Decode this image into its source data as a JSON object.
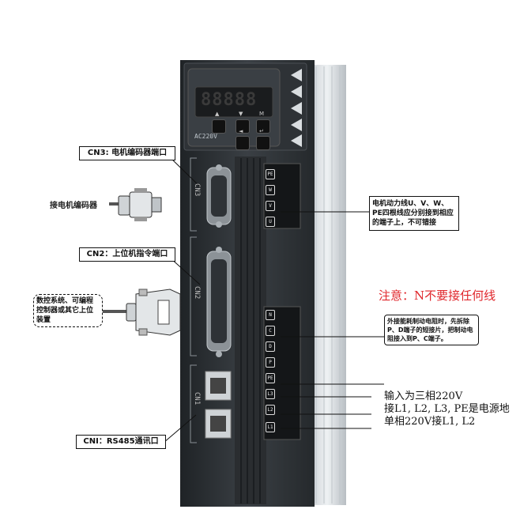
{
  "panel": {
    "display": "88888",
    "model": "AC220V",
    "keys": [
      "▲",
      "▼",
      "M",
      "◄",
      "↵"
    ]
  },
  "ports": {
    "cn3": "CN3",
    "cn2": "CN2",
    "cn1": "CN1"
  },
  "motor_terminals": [
    "PE",
    "W",
    "V",
    "U"
  ],
  "power_terminals": [
    "N",
    "C",
    "D",
    "P",
    "PE",
    "L3",
    "L2",
    "L1"
  ],
  "callouts": {
    "cn3_title": "CN3: 电机编码器端口",
    "encoder_label": "接电机编码器",
    "cn2_title": "CN2：上位机指令端口",
    "controller_label": "数控系统、可编程控制器或其它上位装置",
    "cni_title": "CNI：RS485通讯口",
    "motor_power": "电机动力线U、V、W、PE四根线应分别接到相应的端子上，不可错接",
    "warning": "注意：N不要接任何线",
    "brake_resistor": "外接能耗制动电阻时，先拆除P、D端子的短接片，把制动电阻接入到P、C端子。",
    "input_line1": "输入为三相220V",
    "input_line2": "接L1, L2, L3, PE是电源地",
    "input_line3": "单相220V接L1, L2"
  },
  "colors": {
    "warning": "#e0262b",
    "device_body": "#2b2f33",
    "heatsink": "#d9dde0"
  }
}
